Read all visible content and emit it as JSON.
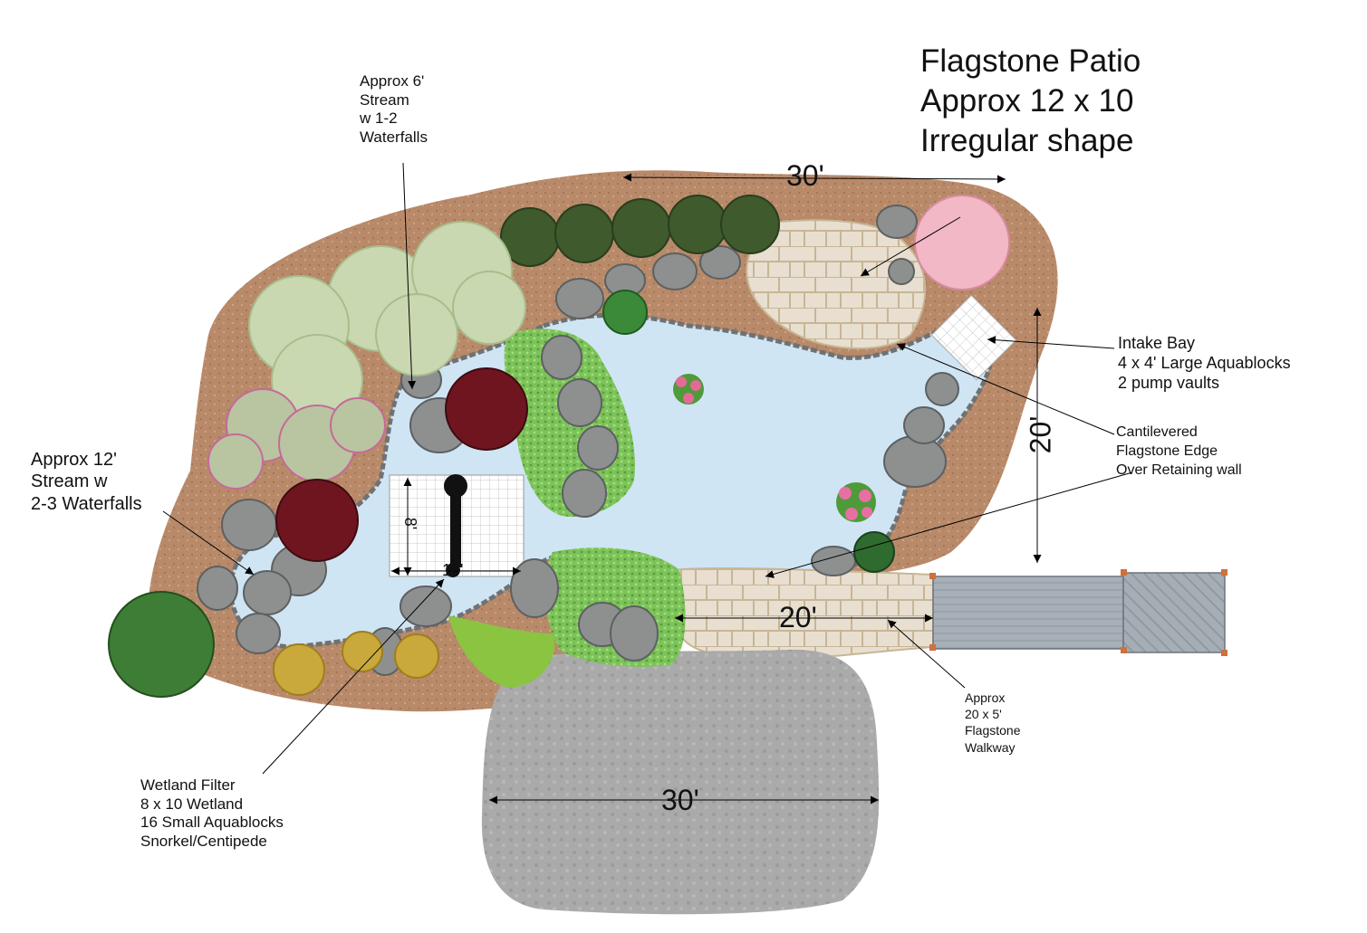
{
  "labels": {
    "patio": "Flagstone Patio\nApprox 12 x 10\nIrregular shape",
    "stream6": "Approx 6'\nStream\nw 1-2\nWaterfalls",
    "stream12": "Approx 12'\nStream w\n2-3 Waterfalls",
    "intake": "Intake Bay\n4 x 4' Large Aquablocks\n2 pump vaults",
    "cantilever": "Cantilevered\nFlagstone Edge\nOver Retaining wall",
    "walkway": "Approx\n20 x 5'\nFlagstone\nWalkway",
    "wetland": "Wetland Filter\n8 x 10 Wetland\n16 Small Aquablocks\nSnorkel/Centipede"
  },
  "dimensions": {
    "top_width": "30'",
    "right_height": "20'",
    "walkway_length": "20'",
    "patio_width": "30'",
    "wetland_height": "8'",
    "wetland_width": "10'"
  },
  "colors": {
    "mulch": "#b88a6a",
    "water": "#cfe5f4",
    "flagstone": "#e8dfd0",
    "stone": "#8e9090",
    "patio": "#a9a9a9",
    "deck": "#a7b0b8",
    "moss": "#7cc35a",
    "shrub_dark": "#3f5a2c",
    "shrub_light": "#c9d8b0",
    "red_maple": "#6e1520",
    "pink_tree": "#f2b8c6"
  }
}
